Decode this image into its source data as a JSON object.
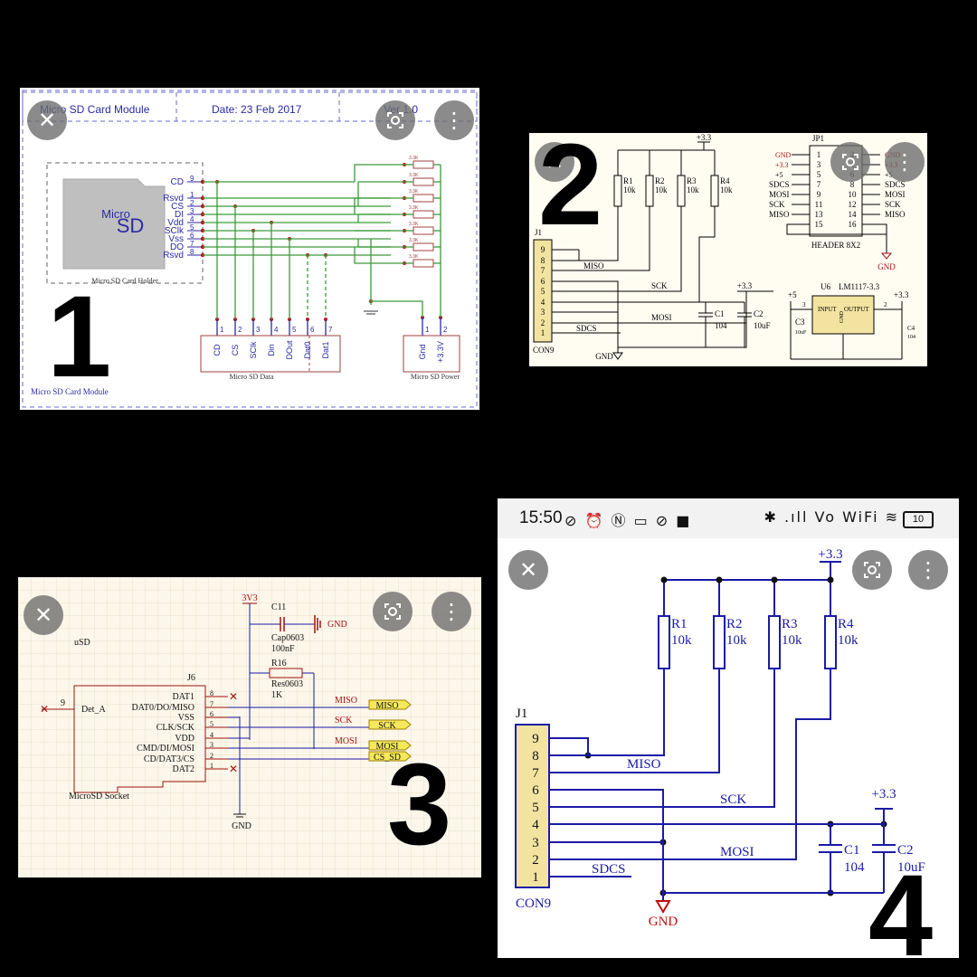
{
  "overlay": {
    "close_symbol": "✕",
    "more_symbol": "⋮"
  },
  "panel1": {
    "number": "1",
    "title_cells": [
      "Micro SD Card Module",
      "Date: 23 Feb 2017",
      "Ver 1.0"
    ],
    "card_text": [
      "Micro",
      "SD"
    ],
    "holder_label": "Micro SD Card Holder",
    "pin_names": [
      "CD",
      "Rsvd",
      "CS",
      "DI",
      "Vdd",
      "SClk",
      "Vss",
      "DO",
      "Rsvd"
    ],
    "pin_numbers": [
      "9",
      "1",
      "2",
      "3",
      "4",
      "5",
      "6",
      "7",
      "8"
    ],
    "resistor_value": "3.3K",
    "data_pins": [
      "CD",
      "CS",
      "SClk",
      "Din",
      "DOut",
      "Dat0",
      "Dat1"
    ],
    "data_pin_numbers": [
      "1",
      "2",
      "3",
      "4",
      "5",
      "6",
      "7"
    ],
    "data_label": "Micro SD Data",
    "power_pins": [
      "Gnd",
      "+3.3V"
    ],
    "power_pin_numbers": [
      "1",
      "2"
    ],
    "power_label": "Micro SD Power",
    "footer": "Micro SD Card Module"
  },
  "panel2": {
    "number": "2",
    "vcc": "+3.3",
    "resistors": [
      {
        "ref": "R1",
        "val": "10k"
      },
      {
        "ref": "R2",
        "val": "10k"
      },
      {
        "ref": "R3",
        "val": "10k"
      },
      {
        "ref": "R4",
        "val": "10k"
      }
    ],
    "conn_ref": "J1",
    "conn_name": "CON9",
    "conn_pins": [
      "9",
      "8",
      "7",
      "6",
      "5",
      "4",
      "3",
      "2",
      "1"
    ],
    "nets": [
      "MISO",
      "SCK",
      "MOSI",
      "SDCS"
    ],
    "gnd": "GND",
    "caps": [
      {
        "ref": "C1",
        "val": "104"
      },
      {
        "ref": "C2",
        "val": "10uF"
      }
    ],
    "header": {
      "ref": "JP1",
      "name": "HEADER 8X2",
      "left_nets": [
        "GND",
        "+3.3",
        "+5",
        "SDCS",
        "MOSI",
        "SCK",
        "MISO"
      ],
      "right_nets": [
        "GND",
        "+3.3",
        "+5",
        "SDCS",
        "MOSI",
        "SCK",
        "MISO"
      ],
      "left_pins": [
        "1",
        "3",
        "5",
        "7",
        "9",
        "11",
        "13",
        "15"
      ],
      "right_pins": [
        "2",
        "4",
        "6",
        "8",
        "10",
        "12",
        "14",
        "16"
      ]
    },
    "regulator": {
      "ref": "U6",
      "part": "LM1117-3.3",
      "in_label": "INPUT",
      "out_label": "OUTPUT",
      "gnd_label": "GND",
      "in_net": "+5",
      "out_net": "+3.3",
      "pin_in": "3",
      "pin_out": "2",
      "c3": "C3",
      "c3_val": "10uF",
      "c4": "C4",
      "c4_val": "104"
    }
  },
  "panel3": {
    "number": "3",
    "title": "uSD",
    "vcc": "3V3",
    "cap": {
      "ref": "C11",
      "pkg": "Cap0603",
      "val": "100nF"
    },
    "cap_gnd": "GND",
    "res": {
      "ref": "R16",
      "pkg": "Res0603",
      "val": "1K"
    },
    "conn_ref": "J6",
    "socket_name": "MicroSD Socket",
    "det_label": "Det_A",
    "det_pin": "9",
    "pin_labels": [
      "DAT1",
      "DAT0/DO/MISO",
      "VSS",
      "CLK/SCK",
      "VDD",
      "CMD/DI/MOSI",
      "CD/DAT3/CS",
      "DAT2"
    ],
    "pin_numbers": [
      "8",
      "7",
      "6",
      "5",
      "4",
      "3",
      "2",
      "1"
    ],
    "net_labels": [
      "MISO",
      "SCK",
      "MOSI"
    ],
    "ports": [
      "MISO",
      "SCK",
      "MOSI",
      "CS_SD"
    ],
    "gnd": "GND"
  },
  "panel4": {
    "number": "4",
    "status": {
      "time": "15:50",
      "icons": "⊘ ⏰ Ⓝ ▭ ⊘ ■",
      "right": "✱ .ıll Vo WiFi ≋",
      "battery": "10"
    },
    "vcc": "+3.3",
    "resistors": [
      {
        "ref": "R1",
        "val": "10k"
      },
      {
        "ref": "R2",
        "val": "10k"
      },
      {
        "ref": "R3",
        "val": "10k"
      },
      {
        "ref": "R4",
        "val": "10k"
      }
    ],
    "conn_ref": "J1",
    "conn_name": "CON9",
    "conn_pins": [
      "9",
      "8",
      "7",
      "6",
      "5",
      "4",
      "3",
      "2",
      "1"
    ],
    "nets": [
      "MISO",
      "SCK",
      "MOSI",
      "SDCS"
    ],
    "vcc2": "+3.3",
    "caps": [
      {
        "ref": "C1",
        "val": "104"
      },
      {
        "ref": "C2",
        "val": "10uF"
      }
    ],
    "gnd": "GND"
  },
  "colors": {
    "wire_green": "#3a9a3a",
    "wire_blue": "#1a1aa6",
    "pin_blue": "#2a2aa6",
    "node_red": "#c01010",
    "net_red": "#a01010",
    "port_yellow": "#f5e85a"
  }
}
